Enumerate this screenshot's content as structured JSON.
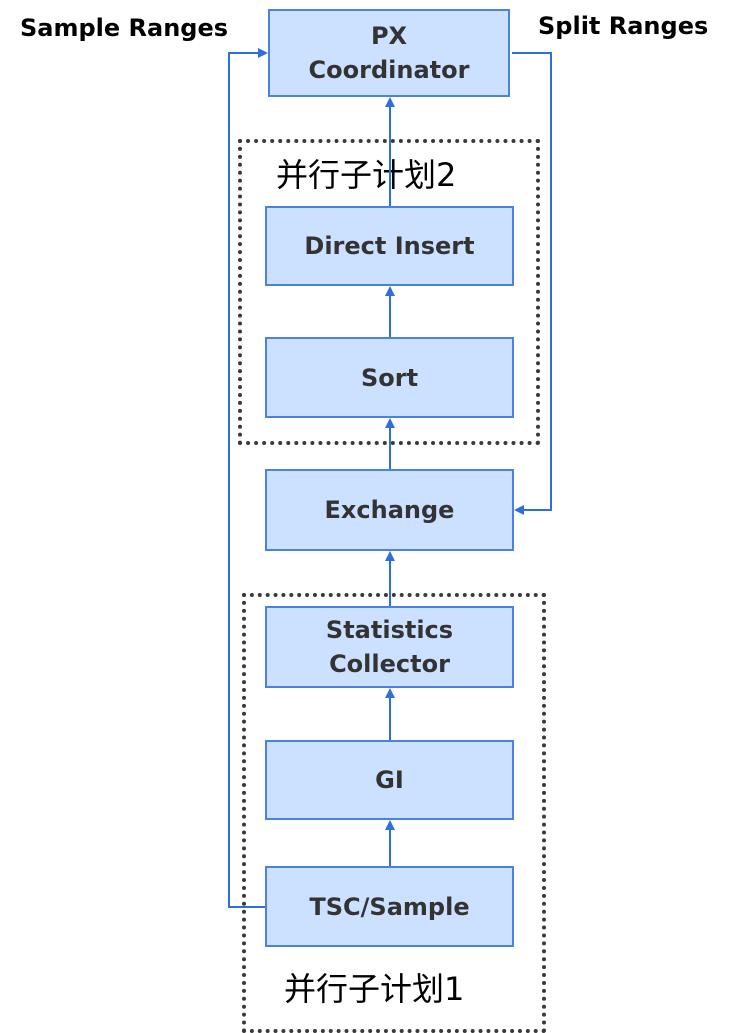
{
  "labels": {
    "sample_ranges": "Sample Ranges",
    "split_ranges": "Split Ranges"
  },
  "groups": {
    "plan2": "并行子计划2",
    "plan1": "并行子计划1"
  },
  "nodes": {
    "px_coordinator": "PX\nCoordinator",
    "direct_insert": "Direct Insert",
    "sort": "Sort",
    "exchange": "Exchange",
    "statistics_collector": "Statistics\nCollector",
    "gi": "GI",
    "tsc_sample": "TSC/Sample"
  },
  "colors": {
    "node_fill": "#cce0ff",
    "node_border": "#4b82e0",
    "arrow": "#2f6fdc",
    "group_border": "#3a3a3a"
  }
}
